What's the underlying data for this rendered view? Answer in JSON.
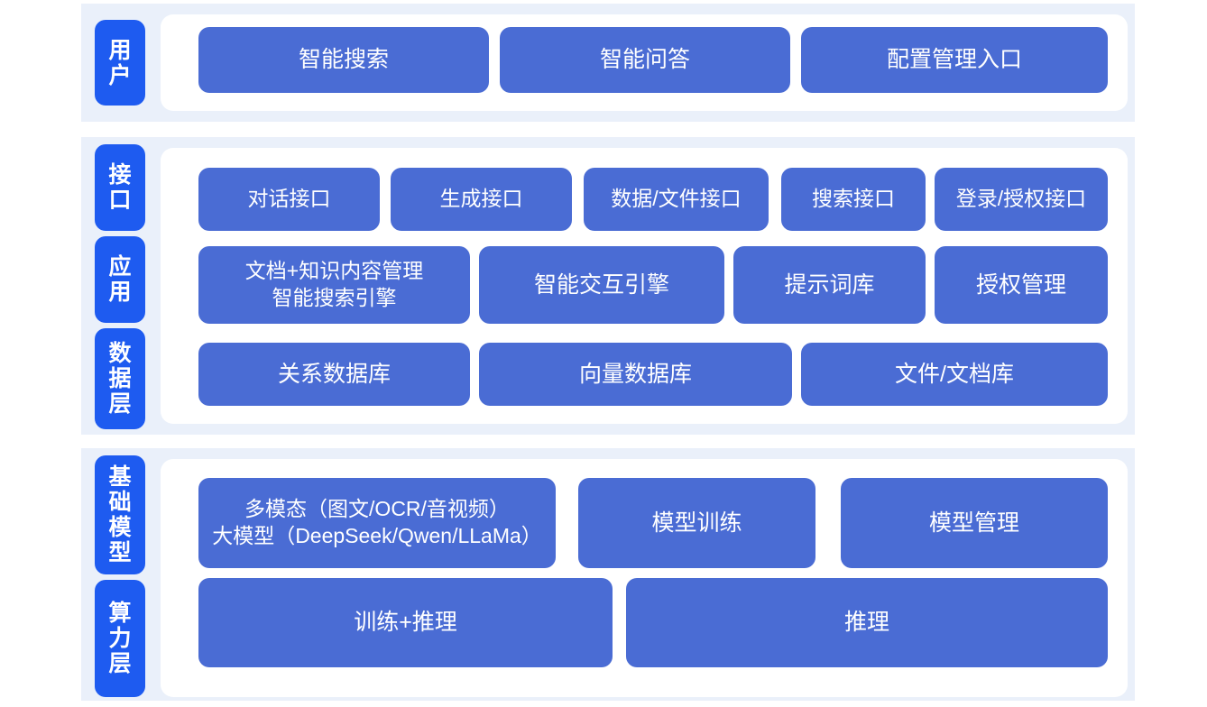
{
  "colors": {
    "page_background": "#ffffff",
    "band_background": "#eaf0fa",
    "panel_background": "#ffffff",
    "tab_blue": "#1e5bf0",
    "box_blue": "#4a6cd4",
    "text_on_blue": "#ffffff"
  },
  "sections": [
    {
      "id": "user",
      "tabs": [
        {
          "id": "user",
          "label": "用户"
        }
      ],
      "rows": [
        {
          "id": "user-entries",
          "boxes": [
            {
              "id": "smart-search",
              "lines": [
                "智能搜索"
              ]
            },
            {
              "id": "smart-qa",
              "lines": [
                "智能问答"
              ]
            },
            {
              "id": "config-management-entry",
              "lines": [
                "配置管理入口"
              ]
            }
          ]
        }
      ]
    },
    {
      "id": "platform",
      "tabs": [
        {
          "id": "interface",
          "label": "接口"
        },
        {
          "id": "application",
          "label": "应用"
        },
        {
          "id": "data-layer",
          "label": "数据层"
        }
      ],
      "rows": [
        {
          "id": "interface-row",
          "boxes": [
            {
              "id": "dialog-api",
              "lines": [
                "对话接口"
              ]
            },
            {
              "id": "generation-api",
              "lines": [
                "生成接口"
              ]
            },
            {
              "id": "data-file-api",
              "lines": [
                "数据/文件接口"
              ]
            },
            {
              "id": "search-api",
              "lines": [
                "搜索接口"
              ]
            },
            {
              "id": "login-auth-api",
              "lines": [
                "登录/授权接口"
              ]
            }
          ]
        },
        {
          "id": "application-row",
          "boxes": [
            {
              "id": "document-knowledge-management",
              "lines": [
                "文档+知识内容管理",
                "智能搜索引擎"
              ]
            },
            {
              "id": "smart-interaction-engine",
              "lines": [
                "智能交互引擎"
              ]
            },
            {
              "id": "prompt-library",
              "lines": [
                "提示词库"
              ]
            },
            {
              "id": "authorization-management",
              "lines": [
                "授权管理"
              ]
            }
          ]
        },
        {
          "id": "data-layer-row",
          "boxes": [
            {
              "id": "relational-database",
              "lines": [
                "关系数据库"
              ]
            },
            {
              "id": "vector-database",
              "lines": [
                "向量数据库"
              ]
            },
            {
              "id": "file-document-repository",
              "lines": [
                "文件/文档库"
              ]
            }
          ]
        }
      ]
    },
    {
      "id": "infrastructure",
      "tabs": [
        {
          "id": "base-model",
          "label": "基础模型"
        },
        {
          "id": "compute-layer",
          "label": "算力层"
        }
      ],
      "rows": [
        {
          "id": "base-model-row",
          "boxes": [
            {
              "id": "multimodal-large-model",
              "lines": [
                "多模态（图文/OCR/音视频）",
                "大模型（DeepSeek/Qwen/LLaMa）"
              ]
            },
            {
              "id": "model-training",
              "lines": [
                "模型训练"
              ]
            },
            {
              "id": "model-management",
              "lines": [
                "模型管理"
              ]
            }
          ]
        },
        {
          "id": "compute-layer-row",
          "boxes": [
            {
              "id": "training-inference",
              "lines": [
                "训练+推理"
              ]
            },
            {
              "id": "inference",
              "lines": [
                "推理"
              ]
            }
          ]
        }
      ]
    }
  ]
}
